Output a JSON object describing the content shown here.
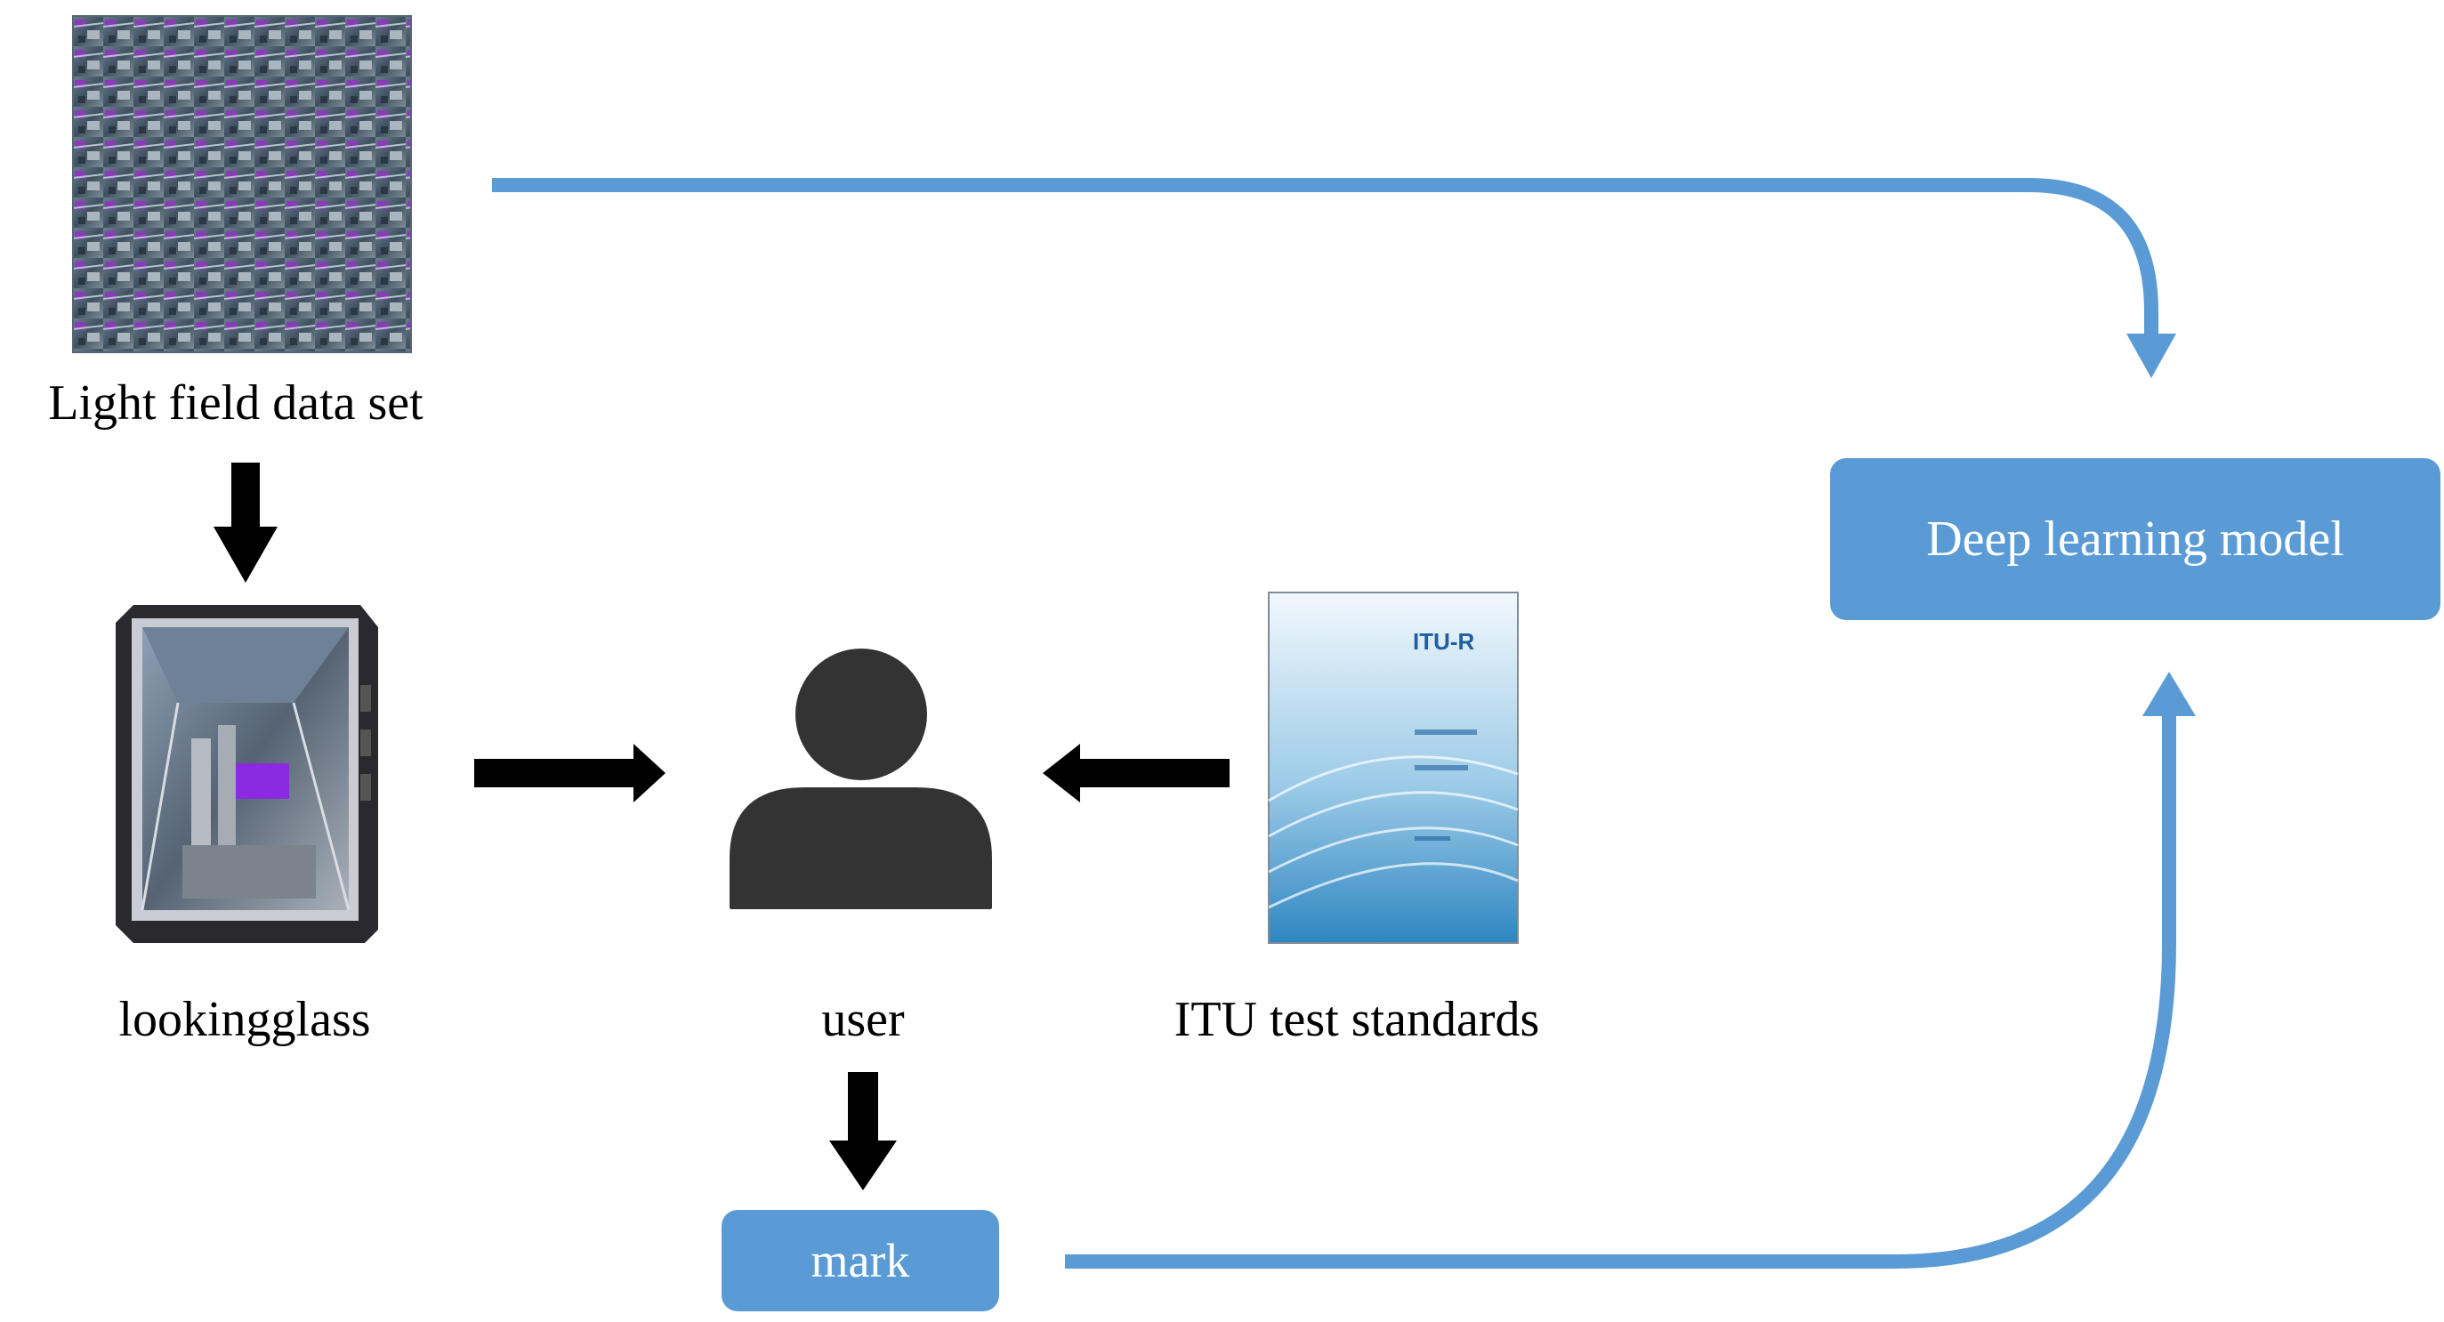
{
  "nodes": {
    "light_field": {
      "label": "Light field data set"
    },
    "lookingglass": {
      "label": "lookingglass"
    },
    "user": {
      "label": "user"
    },
    "itu": {
      "label": "ITU test standards",
      "doc_title": "ITU-R"
    },
    "mark": {
      "label": "mark"
    },
    "model": {
      "label": "Deep learning model"
    }
  },
  "colors": {
    "accent": "#5b9bd5",
    "arrow_black": "#000000",
    "person": "#333333",
    "text": "#000000"
  }
}
